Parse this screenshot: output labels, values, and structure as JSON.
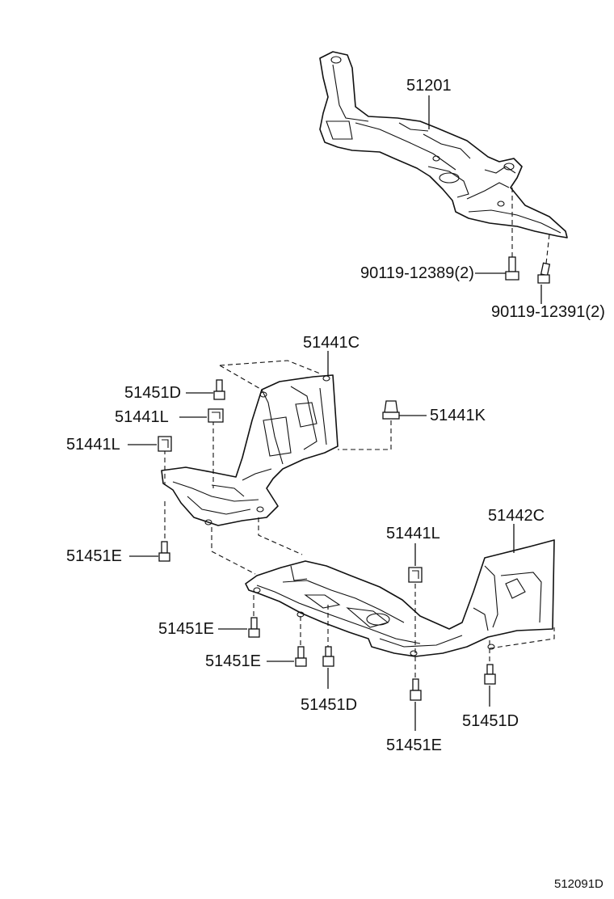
{
  "labels": {
    "crossmember": "51201",
    "bolt_a": "90119-12389(2)",
    "bolt_b": "90119-12391(2)",
    "front_cover": "51441C",
    "front_bolt_d": "51451D",
    "clip_l_upper": "51441L",
    "clip_l_left": "51441L",
    "clip_k": "51441K",
    "front_bolt_e": "51451E",
    "rear_cover": "51442C",
    "clip_l_mid": "51441L",
    "bolt_e_1": "51451E",
    "bolt_e_2": "51451E",
    "bolt_d_1": "51451D",
    "bolt_e_3": "51451E",
    "bolt_d_2": "51451D"
  },
  "diagram_code": "512091D"
}
